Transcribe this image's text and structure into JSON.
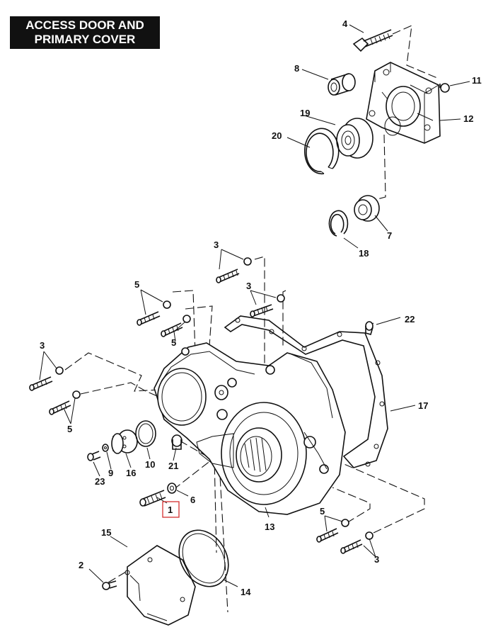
{
  "title": {
    "line1": "ACCESS DOOR AND",
    "line2": "PRIMARY COVER"
  },
  "callouts": {
    "c1": "1",
    "c2": "2",
    "c3a": "3",
    "c3b": "3",
    "c3c": "3",
    "c3d": "3",
    "c4": "4",
    "c5a": "5",
    "c5b": "5",
    "c5c": "5",
    "c5d": "5",
    "c6": "6",
    "c7": "7",
    "c8": "8",
    "c9": "9",
    "c10": "10",
    "c11": "11",
    "c12": "12",
    "c13": "13",
    "c14": "14",
    "c15": "15",
    "c16": "16",
    "c17": "17",
    "c18": "18",
    "c19": "19",
    "c20": "20",
    "c21": "21",
    "c22": "22",
    "c23": "23"
  },
  "highlight_color": "#d43030"
}
